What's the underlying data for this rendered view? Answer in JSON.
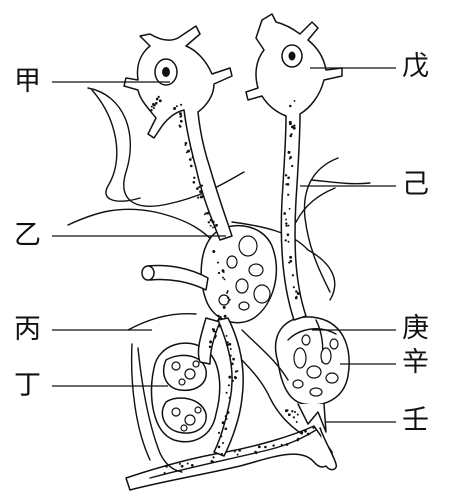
{
  "labels": {
    "jia": "甲",
    "wu": "戊",
    "ji": "己",
    "yi": "乙",
    "bing": "丙",
    "geng": "庚",
    "xin": "辛",
    "ding": "丁",
    "ren": "壬"
  }
}
